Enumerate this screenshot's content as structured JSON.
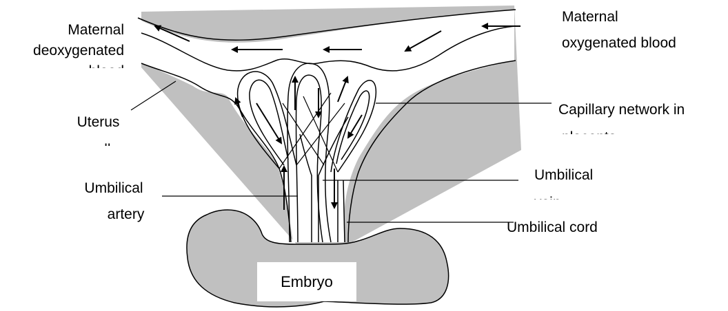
{
  "labels": {
    "maternal_deoxygenated": [
      "Maternal",
      "deoxygenated",
      "blood"
    ],
    "maternal_oxygenated": [
      "Maternal",
      "oxygenated blood"
    ],
    "uterus_wall": [
      "Uterus",
      "wall"
    ],
    "capillary_network": [
      "Capillary network in",
      "placenta"
    ],
    "umbilical_artery": [
      "Umbilical",
      "artery"
    ],
    "umbilical_vein": [
      "Umbilical",
      "vein"
    ],
    "umbilical_cord": "Umbilical cord",
    "embryo": "Embryo"
  },
  "colors": {
    "tissue_fill": "#c0c0c0",
    "line": "#000000",
    "background": "#ffffff"
  }
}
